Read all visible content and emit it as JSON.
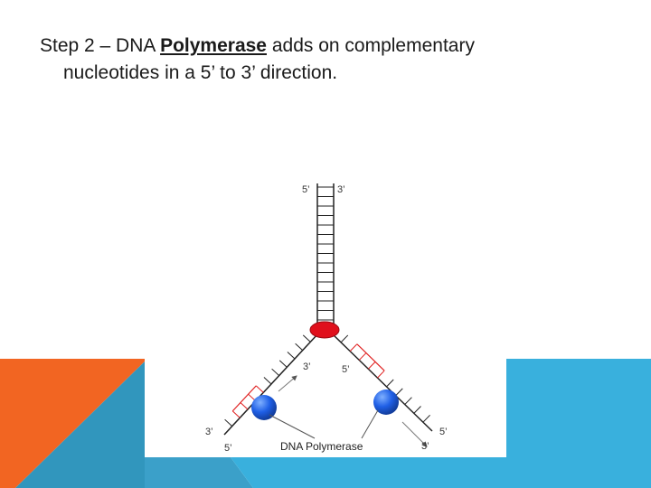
{
  "slide": {
    "text": {
      "step_prefix": "Step 2 – DNA ",
      "keyword": "Polymerase",
      "line1_rest": " adds on complementary",
      "line2": "nucleotides in a 5’ to 3’ direction."
    },
    "colors": {
      "orange": "#f26522",
      "blue": "#39b0dd",
      "dark_blue": "#3196bd",
      "helicase_red": "#e0101c",
      "polymerase_blue": "#1f5fe6",
      "new_strand_red": "#e02020"
    }
  },
  "diagram": {
    "label_top_left": "5’",
    "label_top_right": "3’",
    "label_left_inner": "3’",
    "label_right_inner": "5’",
    "label_left_outer_top": "3’",
    "label_left_outer_bottom": "5’",
    "label_right_outer_top": "5’",
    "label_right_outer_bottom": "3’",
    "enzyme_label": "DNA Polymerase"
  }
}
